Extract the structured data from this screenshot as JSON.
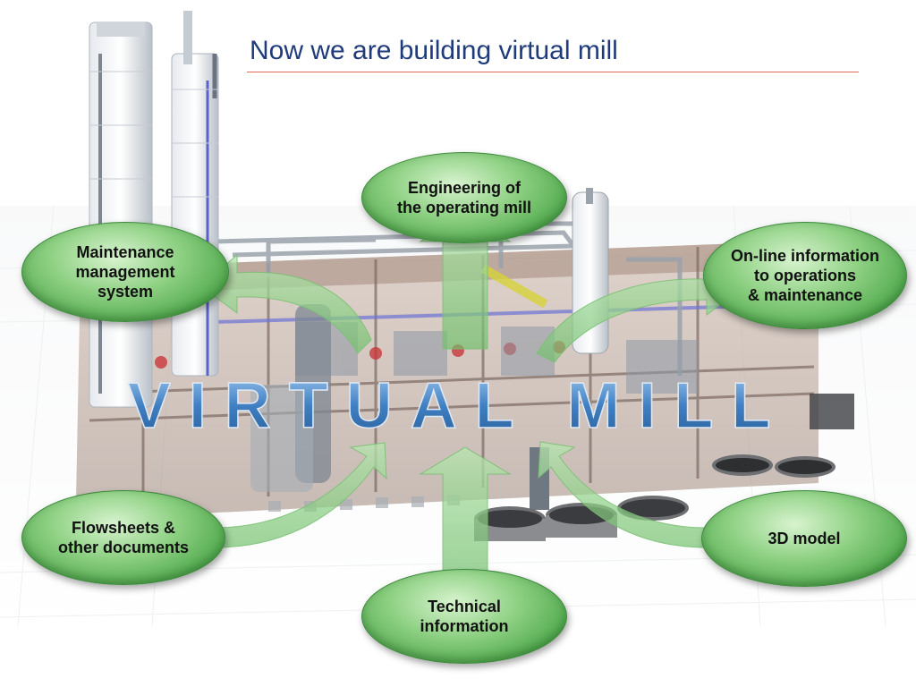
{
  "slide": {
    "title": "Now we are building virtual mill",
    "center_label": "VIRTUAL MILL"
  },
  "nodes": [
    {
      "id": "engineering",
      "label": "Engineering of\nthe operating mill"
    },
    {
      "id": "maintenance",
      "label": "Maintenance\nmanagement\nsystem"
    },
    {
      "id": "online",
      "label": "On-line information\nto operations\n& maintenance"
    },
    {
      "id": "flowsheets",
      "label": "Flowsheets &\nother documents"
    },
    {
      "id": "model3d",
      "label": "3D model"
    },
    {
      "id": "technical",
      "label": "Technical\ninformation"
    }
  ],
  "colors": {
    "title": "#1f3b7a",
    "rule": "#e06a5a",
    "bubble_green": "#5fb55a",
    "arrow_green": "#8fd08a",
    "center_text": "#4a86c8"
  }
}
